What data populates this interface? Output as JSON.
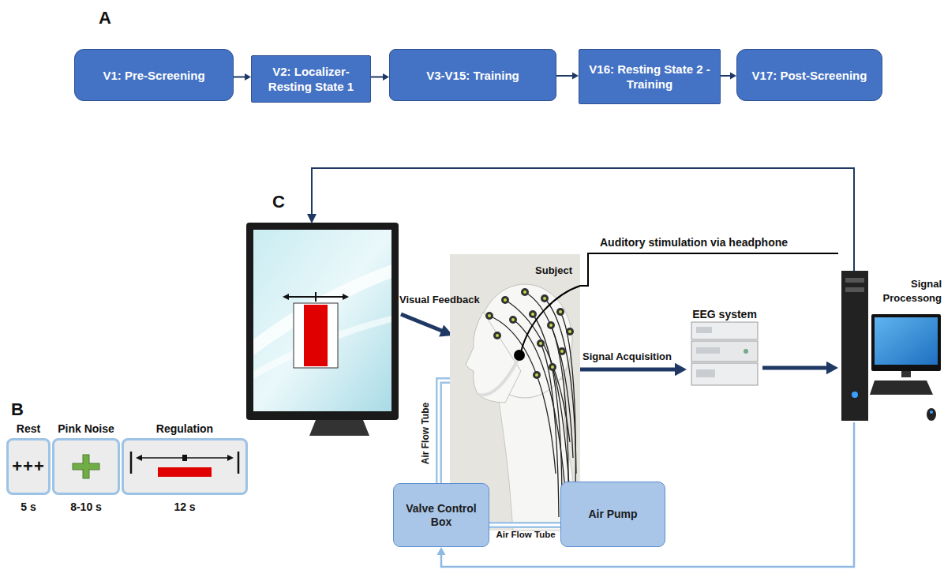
{
  "diagram": {
    "nodes": [
      {
        "text": [
          "V1: Pre-Screening"
        ]
      },
      {
        "text": [
          "V2: Localizer- Resting State 1"
        ]
      },
      {
        "text": [
          "V3-V15: Training"
        ]
      },
      {
        "text": [
          "V16: Resting State 2 - Training"
        ]
      },
      {
        "text": [
          "V17: Post-Screening"
        ]
      },
      {
        "text": [
          "Subject"
        ]
      },
      {
        "text": [
          "EEG system"
        ]
      },
      {
        "text": [
          "Signal Processong"
        ]
      },
      {
        "text": [
          "Valve Control Box"
        ]
      },
      {
        "text": [
          "Air Pump"
        ]
      },
      {
        "text": [
          "Rest",
          "+++"
        ]
      },
      {
        "text": [
          "Pink Noise"
        ]
      },
      {
        "text": [
          "Regulation"
        ]
      }
    ],
    "edges": [
      {
        "from": 0,
        "to": 1,
        "arrow": "to"
      },
      {
        "from": 1,
        "to": 2,
        "arrow": "to"
      },
      {
        "from": 2,
        "to": 3,
        "arrow": "to"
      },
      {
        "from": 3,
        "to": 4,
        "arrow": "to"
      },
      {
        "from": 5,
        "to": 6,
        "label": "Signal Acquisition",
        "arrow": "to"
      },
      {
        "from": 6,
        "to": 7,
        "arrow": "to"
      },
      {
        "from": 7,
        "to": 5,
        "label": "Auditory stimulation via headphone",
        "arrow": "none"
      },
      {
        "from": 7,
        "to": 8,
        "arrow": "to"
      },
      {
        "from": 8,
        "to": 9,
        "label": "Air Flow Tube",
        "arrow": "none"
      },
      {
        "from": 8,
        "to": 5,
        "label": "Air Flow Tube",
        "arrow": "none"
      }
    ],
    "labels": [
      "A",
      "C",
      "Visual Feedback",
      "B",
      "5 s",
      "8-10 s",
      "12 s"
    ]
  }
}
